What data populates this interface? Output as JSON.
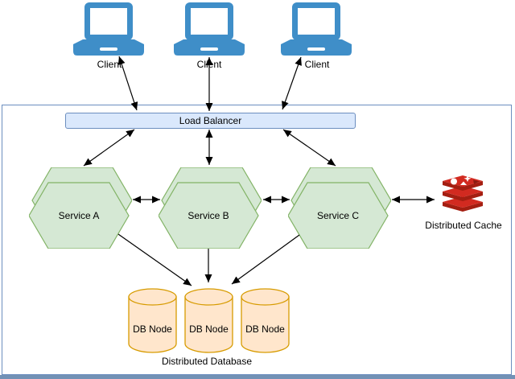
{
  "diagram": {
    "clients": [
      {
        "label": "Client"
      },
      {
        "label": "Client"
      },
      {
        "label": "Client"
      }
    ],
    "load_balancer": {
      "label": "Load Balancer"
    },
    "services": [
      {
        "label": "Service A"
      },
      {
        "label": "Service B"
      },
      {
        "label": "Service C"
      }
    ],
    "cache": {
      "label": "Distributed Cache"
    },
    "database": {
      "nodes": [
        {
          "label": "DB Node"
        },
        {
          "label": "DB Node"
        },
        {
          "label": "DB Node"
        }
      ],
      "label": "Distributed Database"
    }
  },
  "icons": {
    "client": "laptop-icon",
    "cache": "redis-stack-icon",
    "database": "database-cylinder-icon",
    "service": "hexagon-stack-shape"
  },
  "colors": {
    "load_balancer_fill": "#dae8fc",
    "load_balancer_stroke": "#6c8ebf",
    "service_fill": "#d5e8d4",
    "service_stroke": "#82b366",
    "db_fill": "#ffe6cc",
    "db_stroke": "#d79b00",
    "client_icon_blue": "#3f8ec8",
    "cache_red_dark": "#a41e11",
    "cache_red_bright": "#d22a20",
    "connector": "#000000",
    "container_border": "#6c8ebf",
    "bottom_bar": "#7291b5"
  }
}
